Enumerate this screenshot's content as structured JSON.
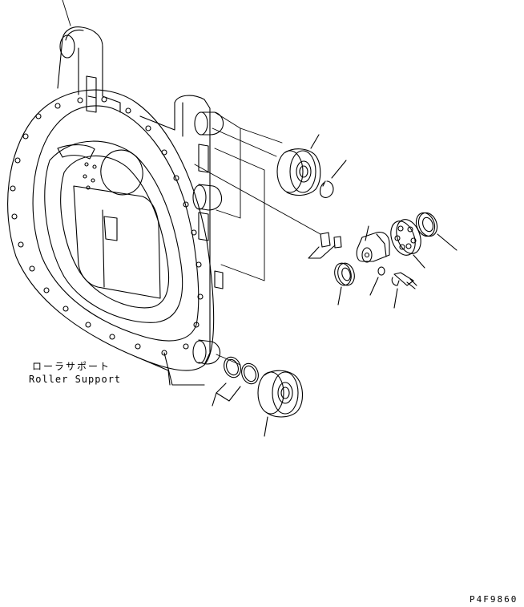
{
  "labels": {
    "part_name_jp": "ローラサポート",
    "part_name_en": "Roller Support",
    "drawing_code": "P4F9860"
  },
  "colors": {
    "ink": "#000000",
    "paper": "#ffffff"
  }
}
